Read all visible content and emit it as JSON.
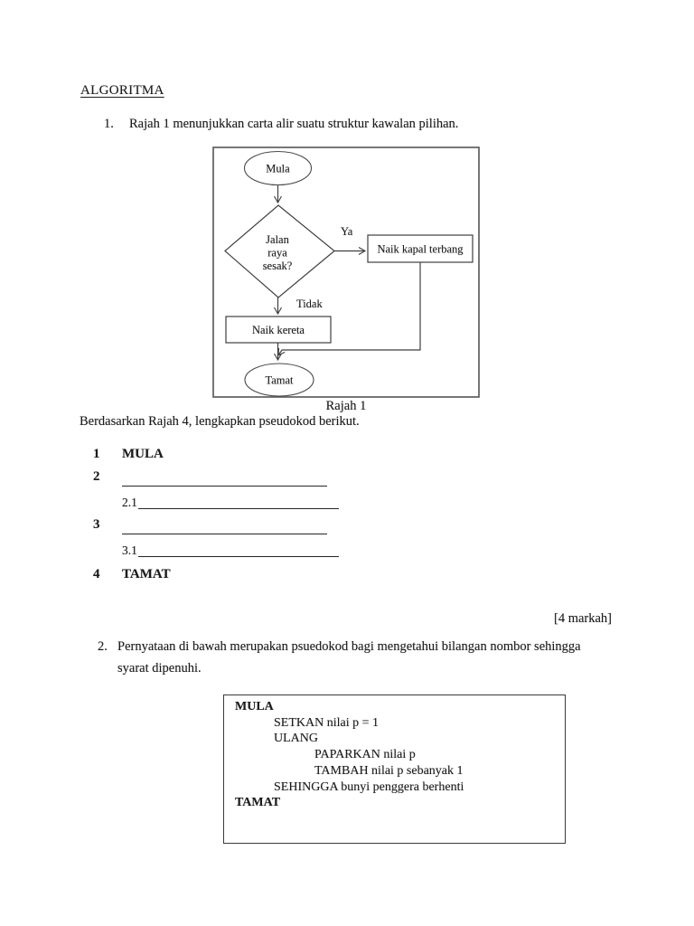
{
  "header": {
    "title": "ALGORITMA"
  },
  "q1": {
    "number": "1.",
    "prompt": "Rajah 1 menunjukkan carta alir suatu struktur kawalan pilihan.",
    "flowchart": {
      "start_label": "Mula",
      "decision_lines": [
        "Jalan",
        "raya",
        "sesak?"
      ],
      "yes_label": "Ya",
      "yes_action": "Naik kapal terbang",
      "no_label": "Tidak",
      "no_action": "Naik kereta",
      "end_label": "Tamat"
    },
    "figure_caption": "Rajah 1",
    "instruction": "Berdasarkan Rajah 4, lengkapkan pseudokod berikut.",
    "pseudocode": {
      "row1_num": "1",
      "row1_label": "MULA",
      "row2_num": "2",
      "row21_num": "2.1",
      "row3_num": "3",
      "row31_num": "3.1",
      "row4_num": "4",
      "row4_label": "TAMAT"
    },
    "marks": "[4 markah]"
  },
  "q2": {
    "number": "2.",
    "prompt_lines": [
      "Pernyataan di bawah merupakan psuedokod bagi mengetahui bilangan nombor sehingga",
      "syarat dipenuhi."
    ],
    "code_lines": [
      {
        "text": "MULA"
      },
      {
        "text": "SETKAN nilai p = 1"
      },
      {
        "text": "ULANG"
      },
      {
        "text": "PAPARKAN nilai p"
      },
      {
        "text": "TAMBAH nilai p sebanyak 1"
      },
      {
        "text": "SEHINGGA bunyi penggera berhenti"
      },
      {
        "text": "TAMAT"
      }
    ]
  }
}
